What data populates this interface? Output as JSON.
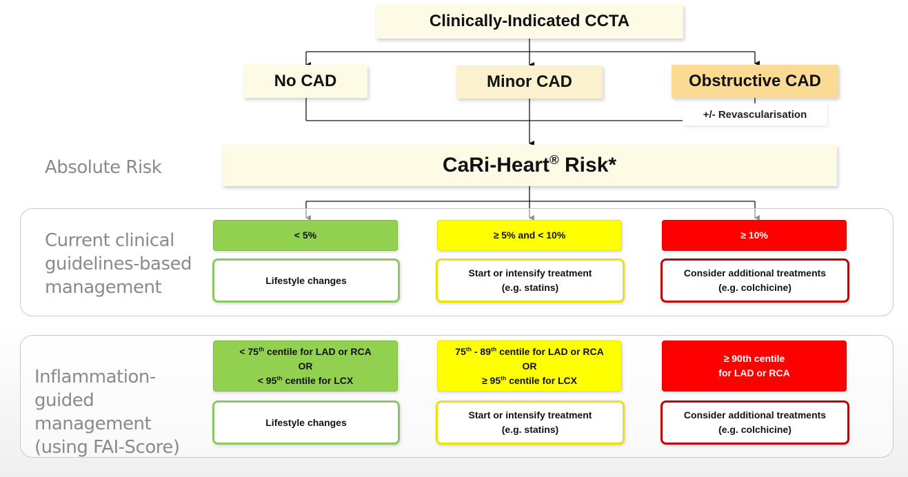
{
  "top": {
    "label": "Clinically-Indicated CCTA"
  },
  "cad": {
    "none": "No CAD",
    "minor": "Minor CAD",
    "obstructive": "Obstructive CAD",
    "revasc": "+/- Revascularisation"
  },
  "absolute_risk": {
    "side_label": "Absolute Risk",
    "name": "CaRi-Heart",
    "reg": "®",
    "suffix": " Risk*"
  },
  "guidelines": {
    "side_label_lines": [
      "Current clinical",
      "guidelines-based",
      "management"
    ],
    "tiers": [
      "< 5%",
      "≥ 5% and < 10%",
      "≥ 10%"
    ],
    "actions": [
      [
        "Lifestyle changes"
      ],
      [
        "Start or intensify treatment",
        "(e.g. statins)"
      ],
      [
        "Consider additional treatments",
        "(e.g. colchicine)"
      ]
    ]
  },
  "inflammation": {
    "side_label_lines": [
      "Inflammation-",
      "guided management",
      "(using FAI-Score)"
    ],
    "tier_low": {
      "a1": "< 75",
      "a_sup": "th",
      "a2": " centile for LAD or RCA",
      "or": "OR",
      "b1": "< 95",
      "b_sup": "th",
      "b2": " centile for LCX"
    },
    "tier_mid": {
      "a1": "75",
      "a_sup": "th",
      "a2": " - 89",
      "a_sup2": "th",
      "a3": " centile for LAD or RCA",
      "or": "OR",
      "b1": "≥ 95",
      "b_sup": "th",
      "b2": " centile for LCX"
    },
    "tier_high": {
      "l1": "≥ 90th centile",
      "l2": "for LAD or RCA"
    },
    "actions": [
      [
        "Lifestyle changes"
      ],
      [
        "Start or intensify treatment",
        "(e.g. statins)"
      ],
      [
        "Consider additional treatments",
        "(e.g. colchicine)"
      ]
    ]
  },
  "colors": {
    "green": "#92d050",
    "yellow": "#ffff00",
    "red": "#ff0000",
    "cream": "#fdfae6",
    "peach": "#fbdb94"
  }
}
